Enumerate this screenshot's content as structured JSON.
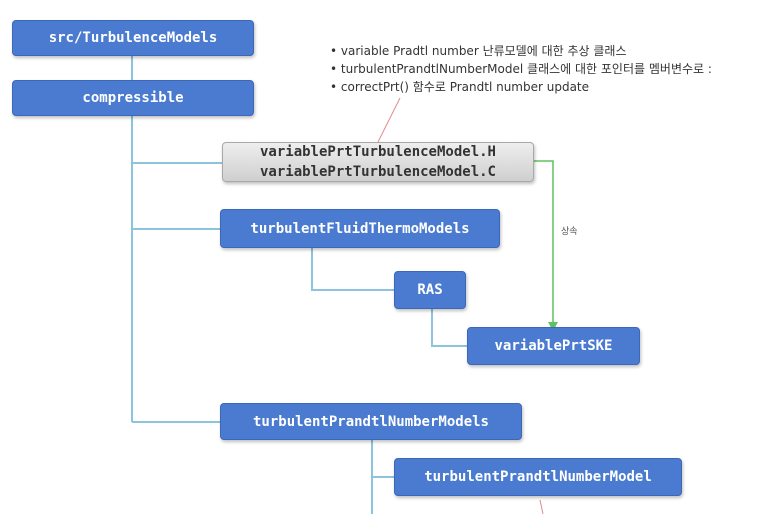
{
  "nodes": {
    "src": "src/TurbulenceModels",
    "compressible": "compressible",
    "variablePrt_h": "variablePrtTurbulenceModel.H",
    "variablePrt_c": "variablePrtTurbulenceModel.C",
    "turbulentFluidThermo": "turbulentFluidThermoModels",
    "ras": "RAS",
    "variablePrtSKE": "variablePrtSKE",
    "turbulentPrandtlModels": "turbulentPrandtlNumberModels",
    "turbulentPrandtlModel": "turbulentPrandtlNumberModel"
  },
  "notes": [
    "variable Pradtl number 난류모델에 대한 추상 클래스",
    "turbulentPrandtlNumberModel 클래스에 대한 포인터를 멤버변수로 :",
    "correctPrt() 함수로 Prandtl number update"
  ],
  "inherit_label": "상속",
  "colors": {
    "node_blue": "#4a7bd0",
    "tree_line": "#8cc3dd",
    "inherit_arrow": "#5fc25f",
    "callout": "#e08a8a"
  }
}
